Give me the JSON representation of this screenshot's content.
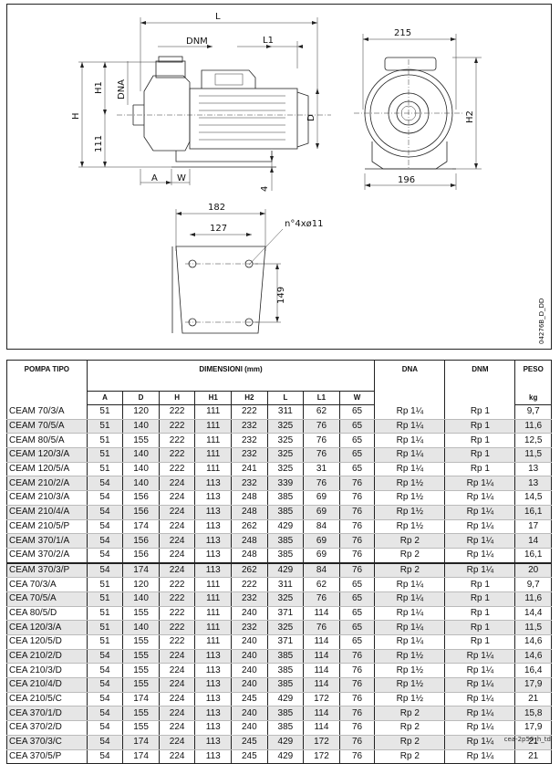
{
  "drawing": {
    "side_view_labels": {
      "L": "L",
      "DNM": "DNM",
      "L1": "L1",
      "DNA": "DNA",
      "H1": "H1",
      "H": "H",
      "D": "D",
      "n111": "111",
      "A": "A",
      "W": "W",
      "n4": "4"
    },
    "front_view_labels": {
      "n215": "215",
      "H2": "H2",
      "n196": "196"
    },
    "foot_view_labels": {
      "n182": "182",
      "n127": "127",
      "holes": "n°4xø11",
      "n149": "149"
    },
    "drawing_code": "04276B_D_DD"
  },
  "table": {
    "header": {
      "pump_type": "POMPA TIPO",
      "dimensions": "DIMENSIONI (mm)",
      "dna": "DNA",
      "dnm": "DNM",
      "weight": "PESO",
      "weight_unit": "kg",
      "columns": [
        "A",
        "D",
        "H",
        "H1",
        "H2",
        "L",
        "L1",
        "W"
      ]
    },
    "rows": [
      [
        "CEAM 70/3/A",
        "51",
        "120",
        "222",
        "111",
        "222",
        "311",
        "62",
        "65",
        "Rp 1¼",
        "Rp 1",
        "9,7"
      ],
      [
        "CEAM 70/5/A",
        "51",
        "140",
        "222",
        "111",
        "232",
        "325",
        "76",
        "65",
        "Rp 1¼",
        "Rp 1",
        "11,6"
      ],
      [
        "CEAM 80/5/A",
        "51",
        "155",
        "222",
        "111",
        "232",
        "325",
        "76",
        "65",
        "Rp 1¼",
        "Rp 1",
        "12,5"
      ],
      [
        "CEAM 120/3/A",
        "51",
        "140",
        "222",
        "111",
        "232",
        "325",
        "76",
        "65",
        "Rp 1¼",
        "Rp 1",
        "11,5"
      ],
      [
        "CEAM 120/5/A",
        "51",
        "140",
        "222",
        "111",
        "241",
        "325",
        "31",
        "65",
        "Rp 1¼",
        "Rp 1",
        "13"
      ],
      [
        "CEAM 210/2/A",
        "54",
        "140",
        "224",
        "113",
        "232",
        "339",
        "76",
        "76",
        "Rp 1½",
        "Rp 1¼",
        "13"
      ],
      [
        "CEAM 210/3/A",
        "54",
        "156",
        "224",
        "113",
        "248",
        "385",
        "69",
        "76",
        "Rp 1½",
        "Rp 1¼",
        "14,5"
      ],
      [
        "CEAM 210/4/A",
        "54",
        "156",
        "224",
        "113",
        "248",
        "385",
        "69",
        "76",
        "Rp 1½",
        "Rp 1¼",
        "16,1"
      ],
      [
        "CEAM 210/5/P",
        "54",
        "174",
        "224",
        "113",
        "262",
        "429",
        "84",
        "76",
        "Rp 1½",
        "Rp 1¼",
        "17"
      ],
      [
        "CEAM 370/1/A",
        "54",
        "156",
        "224",
        "113",
        "248",
        "385",
        "69",
        "76",
        "Rp 2",
        "Rp 1¼",
        "14"
      ],
      [
        "CEAM 370/2/A",
        "54",
        "156",
        "224",
        "113",
        "248",
        "385",
        "69",
        "76",
        "Rp 2",
        "Rp 1¼",
        "16,1"
      ],
      [
        "CEAM 370/3/P",
        "54",
        "174",
        "224",
        "113",
        "262",
        "429",
        "84",
        "76",
        "Rp 2",
        "Rp 1¼",
        "20"
      ],
      [
        "CEA 70/3/A",
        "51",
        "120",
        "222",
        "111",
        "222",
        "311",
        "62",
        "65",
        "Rp 1¼",
        "Rp 1",
        "9,7"
      ],
      [
        "CEA 70/5/A",
        "51",
        "140",
        "222",
        "111",
        "232",
        "325",
        "76",
        "65",
        "Rp 1¼",
        "Rp 1",
        "11,6"
      ],
      [
        "CEA 80/5/D",
        "51",
        "155",
        "222",
        "111",
        "240",
        "371",
        "114",
        "65",
        "Rp 1¼",
        "Rp 1",
        "14,4"
      ],
      [
        "CEA 120/3/A",
        "51",
        "140",
        "222",
        "111",
        "232",
        "325",
        "76",
        "65",
        "Rp 1¼",
        "Rp 1",
        "11,5"
      ],
      [
        "CEA 120/5/D",
        "51",
        "155",
        "222",
        "111",
        "240",
        "371",
        "114",
        "65",
        "Rp 1¼",
        "Rp 1",
        "14,6"
      ],
      [
        "CEA 210/2/D",
        "54",
        "155",
        "224",
        "113",
        "240",
        "385",
        "114",
        "76",
        "Rp 1½",
        "Rp 1¼",
        "14,6"
      ],
      [
        "CEA 210/3/D",
        "54",
        "155",
        "224",
        "113",
        "240",
        "385",
        "114",
        "76",
        "Rp 1½",
        "Rp 1¼",
        "16,4"
      ],
      [
        "CEA 210/4/D",
        "54",
        "155",
        "224",
        "113",
        "240",
        "385",
        "114",
        "76",
        "Rp 1½",
        "Rp 1¼",
        "17,9"
      ],
      [
        "CEA 210/5/C",
        "54",
        "174",
        "224",
        "113",
        "245",
        "429",
        "172",
        "76",
        "Rp 1½",
        "Rp 1¼",
        "21"
      ],
      [
        "CEA 370/1/D",
        "54",
        "155",
        "224",
        "113",
        "240",
        "385",
        "114",
        "76",
        "Rp 2",
        "Rp 1¼",
        "15,8"
      ],
      [
        "CEA 370/2/D",
        "54",
        "155",
        "224",
        "113",
        "240",
        "385",
        "114",
        "76",
        "Rp 2",
        "Rp 1¼",
        "17,9"
      ],
      [
        "CEA 370/3/C",
        "54",
        "174",
        "224",
        "113",
        "245",
        "429",
        "172",
        "76",
        "Rp 2",
        "Rp 1¼",
        "21"
      ],
      [
        "CEA 370/5/P",
        "54",
        "174",
        "224",
        "113",
        "245",
        "429",
        "172",
        "76",
        "Rp 2",
        "Rp 1¼",
        "21"
      ]
    ]
  },
  "footnote": "cea-2p50_h_td"
}
